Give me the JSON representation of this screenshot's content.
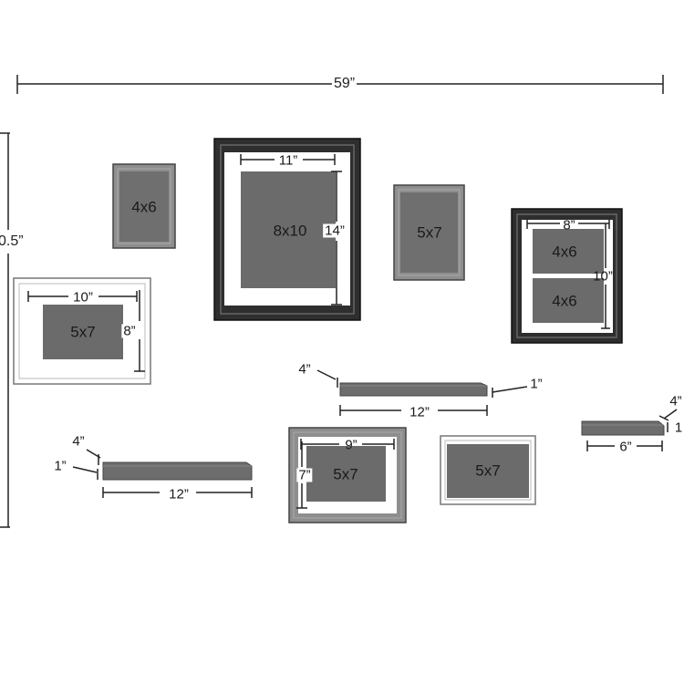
{
  "overall": {
    "width_label": "59”",
    "height_label": "0.5”"
  },
  "frames": [
    {
      "photo": "4x6",
      "color": "medium gray"
    },
    {
      "photo": "8x10",
      "color": "black",
      "width_label": "11”",
      "height_label": "14”"
    },
    {
      "photo": "5x7",
      "color": "medium gray"
    },
    {
      "photo_top": "4x6",
      "photo_bottom": "4x6",
      "color": "black",
      "width_label": "8”",
      "height_label": "10”"
    },
    {
      "photo": "5x7",
      "color": "white",
      "width_label": "10”",
      "height_label": "8”"
    },
    {
      "photo": "5x7",
      "color": "medium gray",
      "width_label": "9”",
      "height_label": "7”"
    },
    {
      "photo": "5x7",
      "color": "white"
    }
  ],
  "shelves": [
    {
      "depth_label": "4”",
      "thickness_label": "1”",
      "length_label": "12”"
    },
    {
      "depth_label": "4”",
      "thickness_label": "1”",
      "length_label": "12”"
    },
    {
      "depth_label": "4”",
      "thickness_label": "1",
      "length_label": "6”"
    }
  ],
  "colors": {
    "photo_fill": "#6b6b6b",
    "frame_black": "#2e2e2e",
    "frame_gray": "#8e8e8e",
    "mat": "#ffffff",
    "dimension_line": "#222222"
  }
}
